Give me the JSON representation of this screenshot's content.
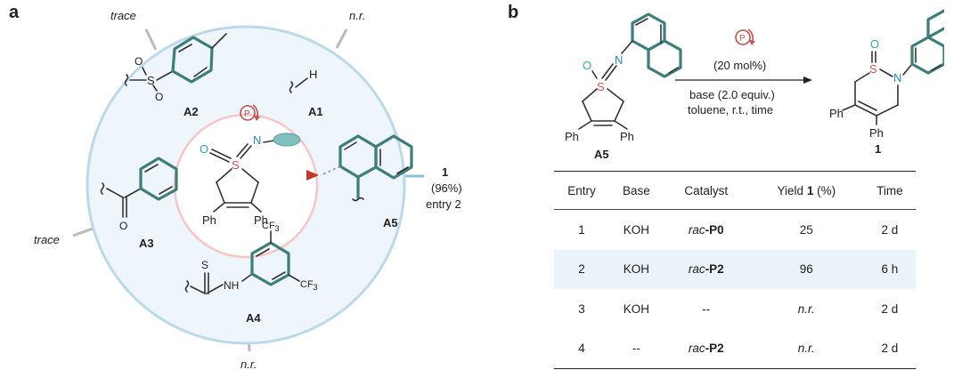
{
  "panel_a": {
    "label": "a",
    "catalyst_letter": "P",
    "substituents": {
      "A1": {
        "id": "A1",
        "atom": "H"
      },
      "A2": {
        "id": "A2",
        "atoms": [
          "S",
          "O",
          "O"
        ]
      },
      "A3": {
        "id": "A3",
        "atom": "O"
      },
      "A4": {
        "id": "A4",
        "atoms": [
          "S",
          "NH",
          "CF",
          "3",
          "CF",
          "3"
        ]
      },
      "A5": {
        "id": "A5"
      }
    },
    "core": {
      "O": "O",
      "S": "S",
      "N": "N",
      "Ph_left": "Ph",
      "Ph_right": "Ph"
    },
    "outcomes": {
      "A1": "n.r.",
      "A2": "trace",
      "A3": "trace",
      "A4": "n.r.",
      "A5": {
        "compound": "1",
        "yield": "(96%)",
        "entry": "entry 2"
      }
    }
  },
  "panel_b": {
    "label": "b",
    "scheme": {
      "reactant_label": "A5",
      "product_label": "1",
      "catalyst_letter": "P",
      "catalyst_loading": "(20 mol%)",
      "conditions_line1": "base (2.0 equiv.)",
      "conditions_line2": "toluene, r.t., time",
      "atoms": {
        "O": "O",
        "S": "S",
        "N": "N",
        "Ph": "Ph"
      }
    },
    "table": {
      "headers": {
        "entry": "Entry",
        "base": "Base",
        "catalyst": "Catalyst",
        "yield_pre": "Yield ",
        "yield_bold": "1",
        "yield_post": " (%)",
        "time": "Time"
      },
      "rows": [
        {
          "entry": "1",
          "base": "KOH",
          "cat_prefix": "rac",
          "cat_name": "-P0",
          "yield": "25",
          "time": "2 d"
        },
        {
          "entry": "2",
          "base": "KOH",
          "cat_prefix": "rac",
          "cat_name": "-P2",
          "yield": "96",
          "time": "6 h"
        },
        {
          "entry": "3",
          "base": "KOH",
          "cat_prefix": "",
          "cat_name": "--",
          "yield": "n.r.",
          "time": "2 d"
        },
        {
          "entry": "4",
          "base": "--",
          "cat_prefix": "rac",
          "cat_name": "-P2",
          "yield": "n.r.",
          "time": "2 d"
        }
      ]
    }
  },
  "colors": {
    "ring": "#bcd9ea",
    "disc": "#eef5fb",
    "inner": "#f6c6c6",
    "teal": "#3e7d7a",
    "catalyst": "#c0504d",
    "sulfur": "#d9534f",
    "nitrogen": "#2e86c1",
    "oxygen": "#3aa9a0"
  }
}
